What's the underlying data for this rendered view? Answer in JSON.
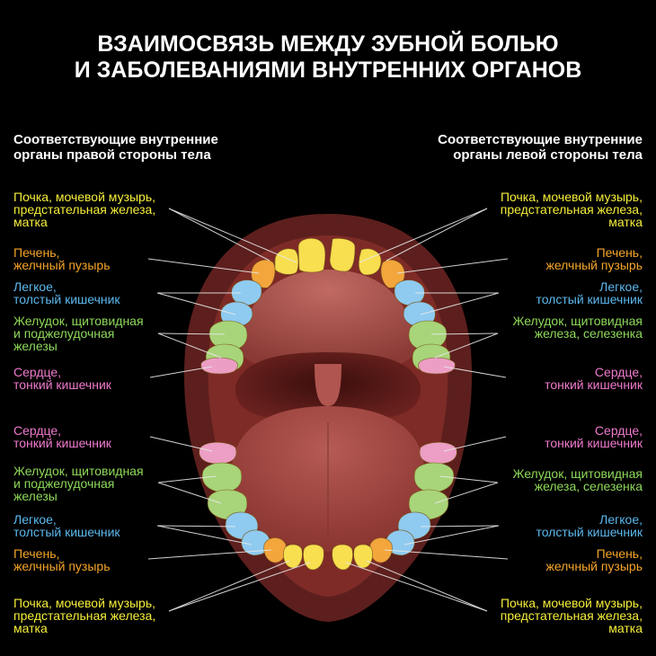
{
  "title": {
    "line1": "ВЗАИМОСВЯЗЬ МЕЖДУ ЗУБНОЙ БОЛЬЮ",
    "line2": "И ЗАБОЛЕВАНИЯМИ ВНУТРЕННИХ ОРГАНОВ"
  },
  "headers": {
    "right_side": "Соответствующие внутренние\nорганы правой стороны тела",
    "left_side": "Соответствующие внутренние\nорганы левой стороны тела"
  },
  "colors": {
    "kidney": "#f5ee3a",
    "liver": "#f5a52a",
    "lung": "#5bb8ee",
    "stomach": "#8ed95a",
    "heart": "#f07acd",
    "tooth_yellow": "#f7df50",
    "tooth_orange": "#f2a63c",
    "tooth_blue": "#8fcaf0",
    "tooth_green": "#a8d47a",
    "tooth_pink": "#ec9ec4",
    "lips": "#5c1f1d",
    "mouth": "#7a2a26"
  },
  "labels": {
    "left": [
      {
        "text": "Почка, мочевой музырь,\nпредстательная железа,\nматка",
        "group": "kidney"
      },
      {
        "text": "Печень,\nжелчный пузырь",
        "group": "liver"
      },
      {
        "text": "Легкое,\nтолстый кишечник",
        "group": "lung"
      },
      {
        "text": "Желудок, щитовидная\nи поджелудочная\nжелезы",
        "group": "stomach"
      },
      {
        "text": "Сердце,\nтонкий кишечник",
        "group": "heart"
      },
      {
        "text": "Сердце,\nтонкий кишечник",
        "group": "heart"
      },
      {
        "text": "Желудок, щитовидная\nи поджелудочная\nжелезы",
        "group": "stomach"
      },
      {
        "text": "Легкое,\nтолстый кишечник",
        "group": "lung"
      },
      {
        "text": "Печень,\nжелчный пузырь",
        "group": "liver"
      },
      {
        "text": "Почка, мочевой музырь,\nпредстательная железа,\nматка",
        "group": "kidney"
      }
    ],
    "right": [
      {
        "text": "Почка, мочевой музырь,\nпредстательная железа,\nматка",
        "group": "kidney"
      },
      {
        "text": "Печень,\nжелчный пузырь",
        "group": "liver"
      },
      {
        "text": "Легкое,\nтолстый кишечник",
        "group": "lung"
      },
      {
        "text": "Желудок, щитовидная\nжелеза, селезенка",
        "group": "stomach"
      },
      {
        "text": "Сердце,\nтонкий кишечник",
        "group": "heart"
      },
      {
        "text": "Сердце,\nтонкий кишечник",
        "group": "heart"
      },
      {
        "text": "Желудок, щитовидная\nжелеза, селезенка",
        "group": "stomach"
      },
      {
        "text": "Легкое,\nтолстый кишечник",
        "group": "lung"
      },
      {
        "text": "Печень,\nжелчный пузырь",
        "group": "liver"
      },
      {
        "text": "Почка, мочевой музырь,\nпредстательная железа,\nматка",
        "group": "kidney"
      }
    ]
  }
}
